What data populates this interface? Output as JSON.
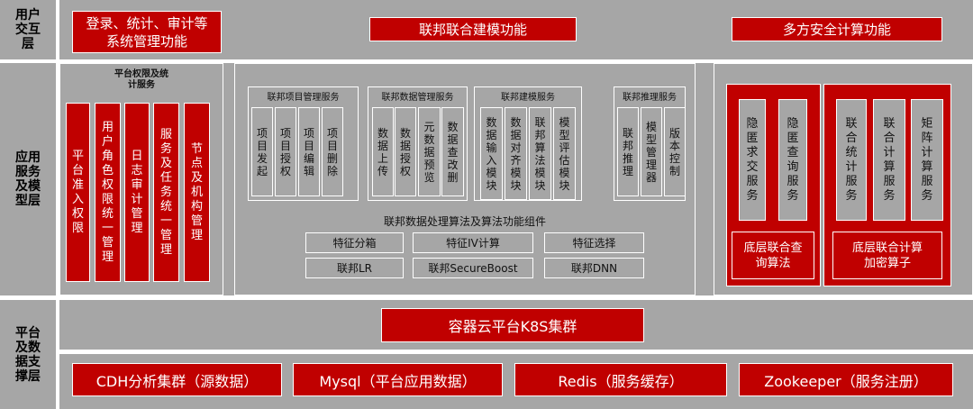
{
  "layers": {
    "user": "用户交互层",
    "app": "应用服务及模型层",
    "platform": "平台及数据支撑层"
  },
  "user_layer": {
    "system_mgmt": "登录、统计、审计等系统管理功能",
    "fed_modeling": "联邦联合建模功能",
    "mpc": "多方安全计算功能"
  },
  "platform_auth": {
    "title": "平台权限及统计服务",
    "items": [
      "平台准入权限",
      "用户角色权限统一管理",
      "日志审计管理",
      "服务及任务统一管理",
      "节点及机构管理"
    ]
  },
  "fed_project": {
    "title": "联邦项目管理服务",
    "items": [
      "项目发起",
      "项目授权",
      "项目编辑",
      "项目删除"
    ]
  },
  "fed_data": {
    "title": "联邦数据管理服务",
    "items": [
      "数据上传",
      "数据授权",
      "元数据预览",
      "数据查改删"
    ]
  },
  "fed_model": {
    "title": "联邦建模服务",
    "items": [
      "数据输入模块",
      "数据对齐模块",
      "联邦算法模块",
      "模型评估模块"
    ]
  },
  "fed_infer": {
    "title": "联邦推理服务",
    "items": [
      "联邦推理",
      "模型管理器",
      "版本控制"
    ]
  },
  "algo": {
    "title": "联邦数据处理算法及算法功能组件",
    "items": [
      "特征分箱",
      "特征IV计算",
      "特征选择",
      "联邦LR",
      "联邦SecureBoost",
      "联邦DNN"
    ]
  },
  "mpc_query": {
    "items": [
      "隐匿求交服务",
      "隐匿查询服务"
    ],
    "base": "底层联合查询算法"
  },
  "mpc_compute": {
    "items": [
      "联合统计服务",
      "联合计算服务",
      "矩阵计算服务"
    ],
    "base": "底层联合计算加密算子"
  },
  "platform": {
    "k8s": "容器云平台K8S集群",
    "cdh": "CDH分析集群（源数据）",
    "mysql": "Mysql（平台应用数据）",
    "redis": "Redis（服务缓存）",
    "zookeeper": "Zookeeper（服务注册）"
  }
}
